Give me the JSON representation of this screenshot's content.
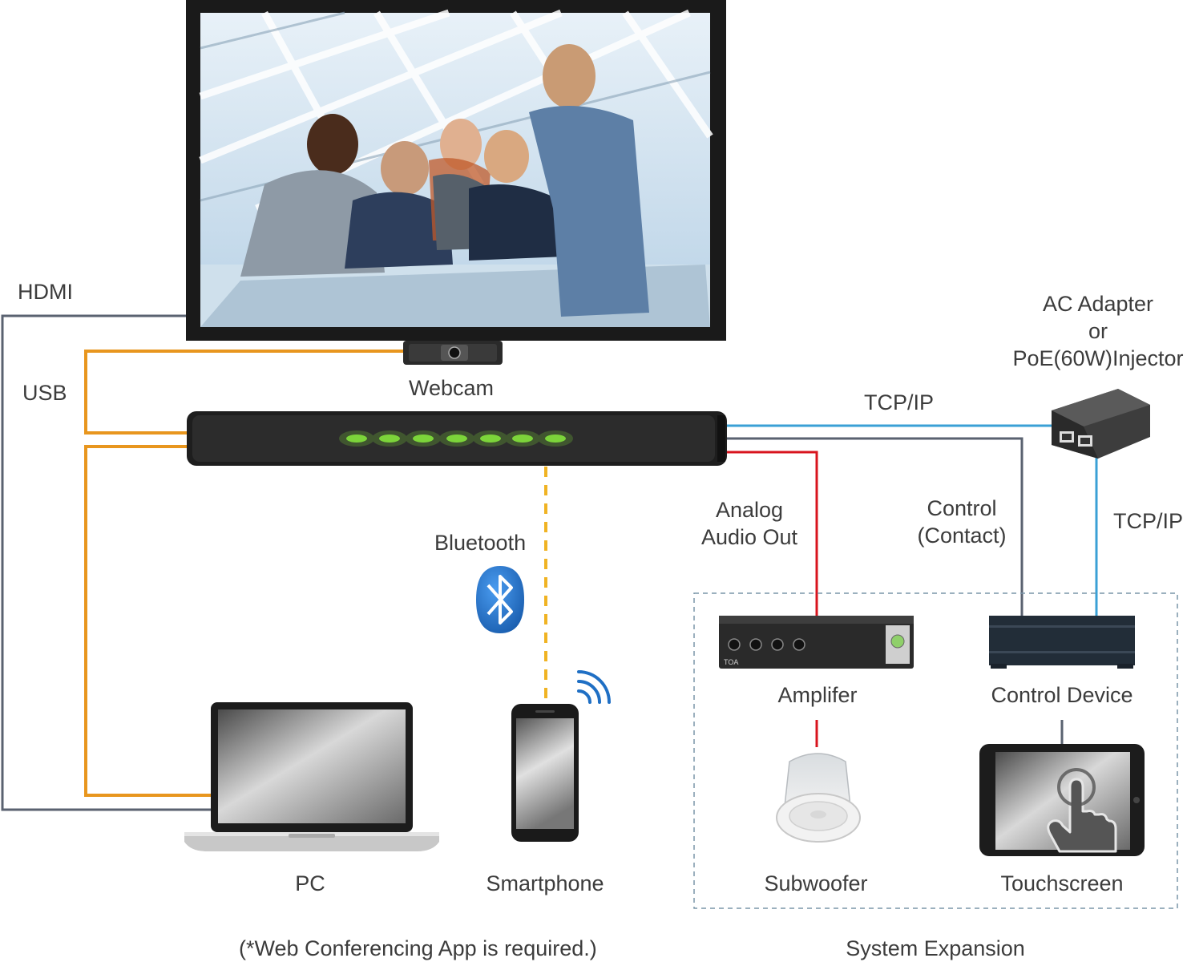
{
  "labels": {
    "hdmi": "HDMI",
    "usb": "USB",
    "webcam": "Webcam",
    "tcpip_top": "TCP/IP",
    "tcpip_right": "TCP/IP",
    "ac_adapter_line1": "AC Adapter",
    "ac_adapter_line2": "or",
    "ac_adapter_line3": "PoE(60W)Injector",
    "bluetooth": "Bluetooth",
    "analog_line1": "Analog",
    "analog_line2": "Audio Out",
    "control_line1": "Control",
    "control_line2": "(Contact)",
    "amplifier": "Amplifer",
    "control_device": "Control Device",
    "subwoofer": "Subwoofer",
    "touchscreen": "Touchscreen",
    "pc": "PC",
    "smartphone": "Smartphone",
    "footnote": "(*Web Conferencing App is required.)",
    "system_expansion": "System Expansion"
  },
  "amplifier_brand": "TOA",
  "colors": {
    "hdmi": "#5a6270",
    "usb": "#e8961e",
    "tcpip": "#3aa0d6",
    "control": "#5a6270",
    "analog": "#d8141e",
    "bluetooth": "#f0b323",
    "expansion_border": "#7a95a8",
    "bluetooth_logo": "#1f6fc4",
    "led": "#7cd43a"
  },
  "icons": {
    "display": "display-monitor-icon",
    "webcam": "webcam-icon",
    "soundbar": "soundbar-device-icon",
    "poe": "poe-injector-icon",
    "bluetooth": "bluetooth-icon",
    "wifi": "wireless-signal-icon",
    "laptop": "laptop-icon",
    "smartphone": "smartphone-icon",
    "amplifier": "amplifier-icon",
    "control_device": "control-device-icon",
    "speaker": "ceiling-speaker-icon",
    "tablet": "touchscreen-tablet-icon",
    "hand": "touch-hand-icon"
  }
}
